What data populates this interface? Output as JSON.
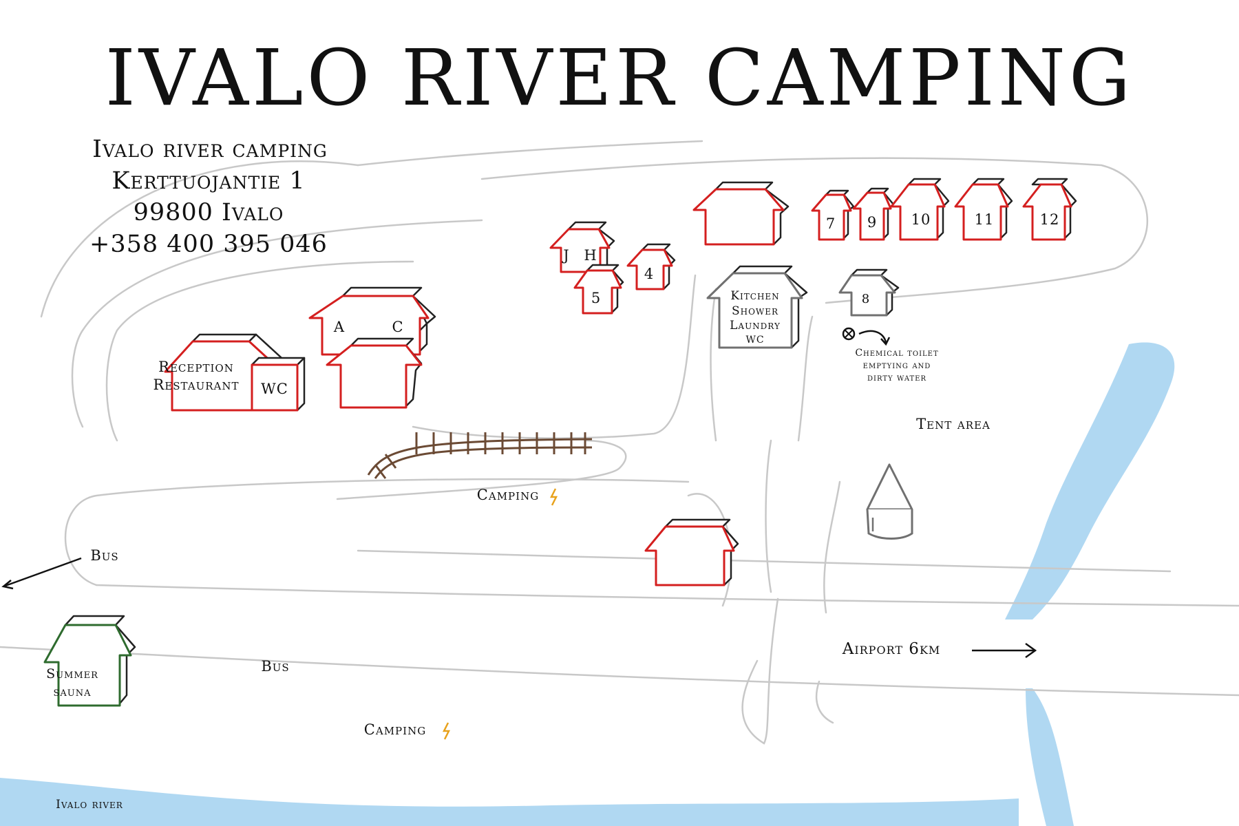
{
  "title": "IVALO RIVER CAMPING",
  "address": {
    "name": "Ivalo river camping",
    "street": "Kerttuojantie 1",
    "city": "99800 Ivalo",
    "phone": "+358 400 395 046"
  },
  "buildings": {
    "reception": "Reception",
    "restaurant": "Restaurant",
    "wc": "WC",
    "a": "A",
    "c": "C",
    "j": "J",
    "h": "H",
    "c4": "4",
    "c5": "5",
    "c7": "7",
    "c9": "9",
    "c10": "10",
    "c11": "11",
    "c12": "12",
    "c8": "8",
    "kitchen": "Kitchen",
    "shower": "Shower",
    "laundry": "Laundry",
    "kitchen_wc": "WC",
    "summer": "Summer",
    "sauna": "sauna"
  },
  "labels": {
    "chem1": "Chemical toilet",
    "chem2": "emptying and",
    "chem3": "dirty water",
    "tent_area": "Tent area",
    "camping_1": "Camping",
    "camping_2": "Camping",
    "bus_1": "Bus",
    "bus_2": "Bus",
    "airport": "Airport 6km",
    "river": "Ivalo river"
  },
  "colors": {
    "cabin_outline": "#d41f1f",
    "service_outline": "#707070",
    "sauna_outline": "#2e6b2e",
    "water": "#8ec7ec",
    "lightning": "#e8a21c",
    "fence": "#6b4a34"
  }
}
